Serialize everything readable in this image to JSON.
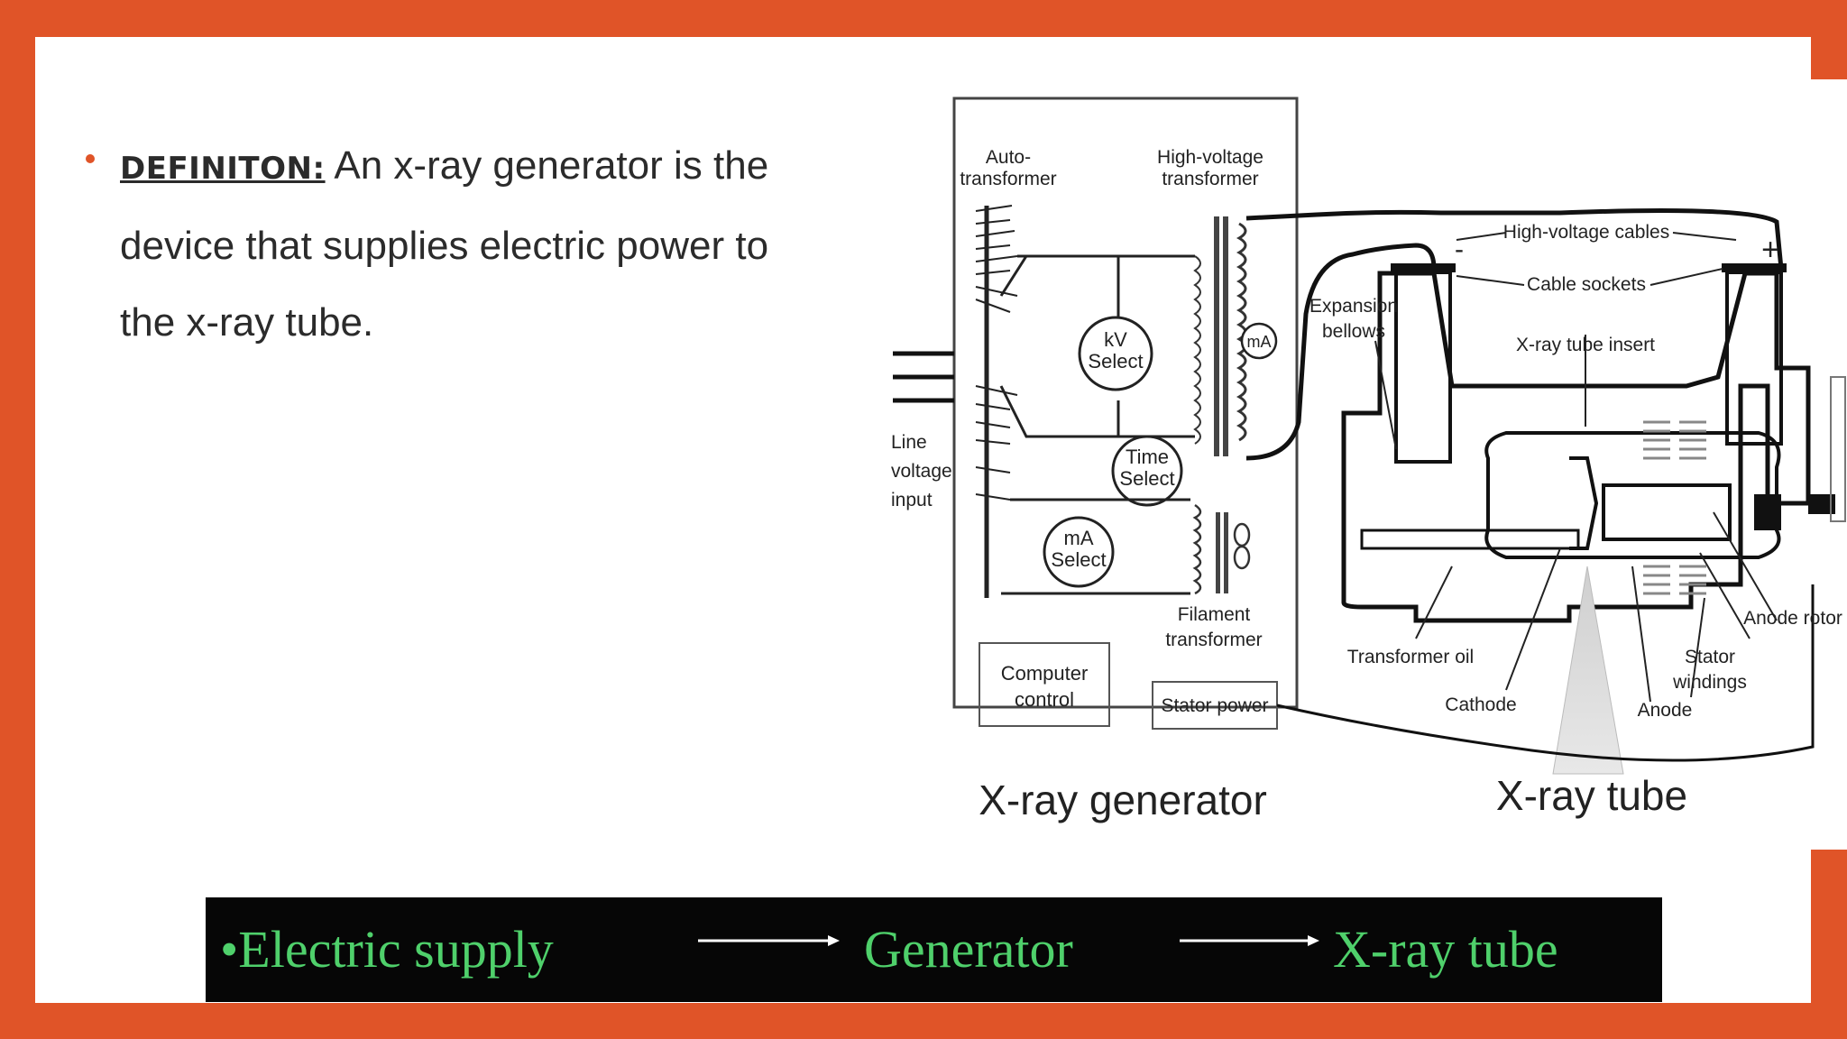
{
  "definition": {
    "label": "DEFINITON:",
    "text": " An x-ray generator is the device that supplies electric power to the x-ray tube."
  },
  "diagram": {
    "labels": {
      "autotransformer_1": "Auto-",
      "autotransformer_2": "transformer",
      "hv_transformer_1": "High-voltage",
      "hv_transformer_2": "transformer",
      "hv_cables": "High-voltage cables",
      "cable_sockets": "Cable sockets",
      "expansion_1": "Expansion",
      "expansion_2": "bellows",
      "tube_insert": "X-ray tube insert",
      "kv_1": "kV",
      "kv_2": "Select",
      "ma_meter": "mA",
      "time_1": "Time",
      "time_2": "Select",
      "ma_1": "mA",
      "ma_2": "Select",
      "line_1": "Line",
      "line_2": "voltage",
      "line_3": "input",
      "filament_1": "Filament",
      "filament_2": "transformer",
      "computer_1": "Computer",
      "computer_2": "control",
      "stator_power": "Stator power",
      "transformer_oil": "Transformer oil",
      "cathode": "Cathode",
      "anode": "Anode",
      "stator_1": "Stator",
      "stator_2": "windings",
      "anode_rotor": "Anode rotor",
      "minus": "-",
      "plus": "+"
    },
    "caption_generator": "X-ray generator",
    "caption_tube": "X-ray tube"
  },
  "flow": {
    "step1": "•Electric supply",
    "step2": "Generator",
    "step3": "X-ray tube"
  }
}
